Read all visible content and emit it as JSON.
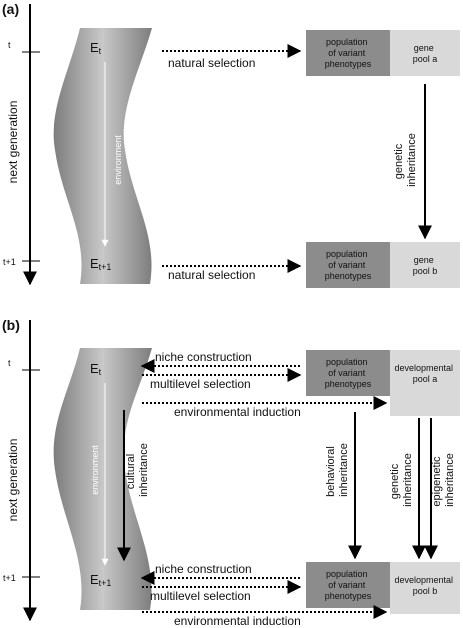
{
  "colors": {
    "band_dark": "#7d7d7d",
    "band_light": "#c8c8c8",
    "box_dark": "#8c8c8c",
    "box_light": "#d9d9d9",
    "line": "#000000"
  },
  "panel_a": {
    "label": "(a)",
    "axis_label": "next generation",
    "tick_t": "t",
    "tick_t1": "t+1",
    "env_top_main": "E",
    "env_top_sub": "t",
    "env_bottom_main": "E",
    "env_bottom_sub": "t+1",
    "environment_label": "environment",
    "arrow_top": "natural selection",
    "arrow_bottom": "natural selection",
    "box_top_left": [
      "population",
      "of variant",
      "phenotypes"
    ],
    "box_top_right": [
      "gene",
      "pool a"
    ],
    "box_bottom_left": [
      "population",
      "of variant",
      "phenotypes"
    ],
    "box_bottom_right": [
      "gene",
      "pool b"
    ],
    "vertical_label": [
      "genetic",
      "inheritance"
    ]
  },
  "panel_b": {
    "label": "(b)",
    "axis_label": "next generation",
    "tick_t": "t",
    "tick_t1": "t+1",
    "env_top_main": "E",
    "env_top_sub": "t",
    "env_bottom_main": "E",
    "env_bottom_sub": "t+1",
    "environment_label": "environment",
    "cultural_label": [
      "cultural",
      "inheritance"
    ],
    "arrow_niche_top": "niche construction",
    "arrow_multilevel_top": "multilevel selection",
    "arrow_env_induction_top": "environmental induction",
    "arrow_niche_bottom": "niche construction",
    "arrow_multilevel_bottom": "multilevel selection",
    "arrow_env_induction_bottom": "environmental induction",
    "box_top_left": [
      "population",
      "of variant",
      "phenotypes"
    ],
    "box_top_right": [
      "developmental",
      "pool a"
    ],
    "box_bottom_left": [
      "population",
      "of variant",
      "phenotypes"
    ],
    "box_bottom_right": [
      "developmental",
      "pool b"
    ],
    "behavioral_label": [
      "behavioral",
      "inheritance"
    ],
    "genetic_label": [
      "genetic",
      "inheritance"
    ],
    "epigenetic_label": [
      "epigenetic",
      "inheritance"
    ]
  }
}
